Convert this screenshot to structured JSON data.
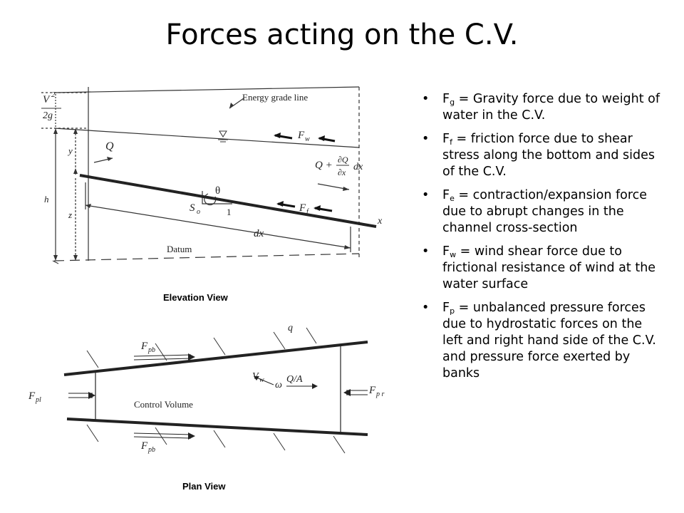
{
  "slide": {
    "title": "Forces acting on the C.V.",
    "elevation_caption": "Elevation View",
    "plan_caption": "Plan View"
  },
  "elevation": {
    "velocity_head_num": "V",
    "velocity_head_exp": "2",
    "velocity_head_den": "2g",
    "energy_grade_line": "Energy grade line",
    "flow": "Q",
    "depth": "y",
    "head": "h",
    "elevation": "z",
    "outflow_q": "Q +",
    "outflow_num": "∂Q",
    "outflow_den": "∂x",
    "outflow_dx": "dx",
    "wind_force": "F",
    "wind_force_sub": "w",
    "friction_force": "F",
    "friction_force_sub": "f",
    "theta": "θ",
    "slope": "S",
    "slope_sub": "o",
    "one": "1",
    "length": "dx",
    "datum": "Datum",
    "x_axis": "x"
  },
  "plan": {
    "lateral_inflow": "q",
    "bank_force_top": "F",
    "bank_force_top_sub": "pb",
    "bank_force_bottom": "F",
    "bank_force_bottom_sub": "pb",
    "left_force": "F",
    "left_force_sub": "pl",
    "right_force": "F",
    "right_force_sub": "p r",
    "wind_velocity": "V",
    "wind_velocity_sub": "w",
    "omega": "ω",
    "velocity": "Q/A",
    "control_volume": "Control Volume"
  },
  "bullets": [
    {
      "symbol": "F",
      "sub": "g",
      "text": " = Gravity force due to weight of water in the C.V."
    },
    {
      "symbol": "F",
      "sub": "f",
      "text": " = friction force due to shear stress along the bottom and sides of the C.V."
    },
    {
      "symbol": "F",
      "sub": "e",
      "text": " = contraction/expansion force due to abrupt changes in the channel cross-section"
    },
    {
      "symbol": "F",
      "sub": "w",
      "text": " = wind shear force due to frictional resistance of wind at the water surface"
    },
    {
      "symbol": "F",
      "sub": "p",
      "text": " = unbalanced pressure forces due to hydrostatic forces on the left and right hand side of the C.V. and pressure force exerted by banks"
    }
  ]
}
